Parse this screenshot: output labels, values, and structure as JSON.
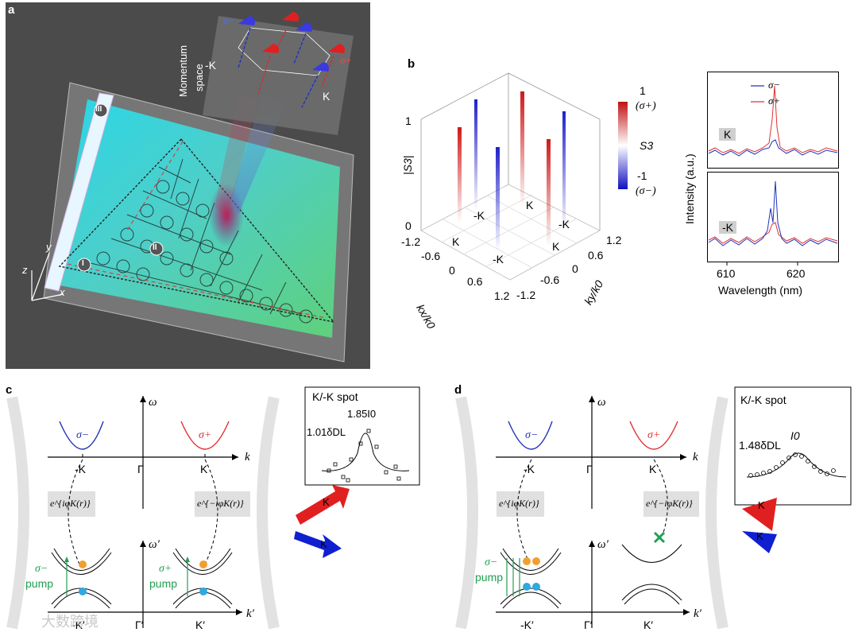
{
  "panel_labels": {
    "a": "a",
    "b": "b",
    "c": "c",
    "d": "d"
  },
  "panel_a": {
    "momentum_space": [
      "Momentum",
      "space"
    ],
    "sigma_minus": "σ−",
    "sigma_plus": "σ+",
    "minus_k": "-K",
    "k": "K",
    "markers": [
      "III",
      "II",
      "I"
    ],
    "axes": {
      "x": "x",
      "y": "y",
      "z": "z"
    }
  },
  "panel_b": {
    "z_axis": {
      "label": "|S3|",
      "ticks": [
        "1",
        "0"
      ]
    },
    "x_axis": {
      "label": "kx/k0",
      "ticks": [
        "-1.2",
        "-0.6",
        "0",
        "0.6",
        "1.2"
      ]
    },
    "y_axis": {
      "label": "ky/k0",
      "ticks": [
        "-1.2",
        "-0.6",
        "0",
        "0.6",
        "1.2"
      ]
    },
    "peak_labels": [
      "-K",
      "K",
      "K",
      "-K",
      "K",
      "-K"
    ],
    "colorbar": {
      "label": "S3",
      "top": "1",
      "top_sub": "(σ+)",
      "bottom": "-1",
      "bottom_sub": "(σ−)"
    },
    "spectra": {
      "ylabel": "Intensity (a.u.)",
      "xlabel": "Wavelength (nm)",
      "xticks": [
        "610",
        "620"
      ],
      "legend": [
        "σ−",
        "σ+"
      ],
      "tags": [
        "K",
        "-K"
      ],
      "colors": {
        "sigma_minus": "#2233bb",
        "sigma_plus": "#e03030"
      }
    }
  },
  "panel_c": {
    "omega": "ω",
    "omega_prime": "ω′",
    "k": "k",
    "k_prime": "k′",
    "upper_ticks": [
      "-K",
      "Γ",
      "K"
    ],
    "lower_ticks": [
      "-K′",
      "Γ′",
      "K′"
    ],
    "cone_labels": [
      "σ−",
      "σ+"
    ],
    "phase_left": "e^{iφK(r)}",
    "phase_right": "e^{−iφK(r)}",
    "pump_left": [
      "σ−",
      "pump"
    ],
    "pump_right": [
      "σ+",
      "pump"
    ],
    "spot_box": {
      "title": "K/-K spot",
      "width_label": "1.01δDL",
      "peak_label": "1.85I0"
    },
    "arrow_label": "K"
  },
  "panel_d": {
    "omega": "ω",
    "omega_prime": "ω′",
    "k": "k",
    "k_prime": "k′",
    "upper_ticks": [
      "-K",
      "Γ",
      "K"
    ],
    "lower_ticks": [
      "-K′",
      "Γ′",
      "K′"
    ],
    "cone_labels": [
      "σ−",
      "σ+"
    ],
    "phase_left": "e^{iφK(r)}",
    "phase_right": "e^{−iφK(r)}",
    "pump_left": [
      "σ−",
      "pump"
    ],
    "spot_box": {
      "title": "K/-K spot",
      "width_label": "1.48δDL",
      "peak_label": "I0"
    },
    "arrow_label": "K"
  },
  "watermark": "大数跨境"
}
